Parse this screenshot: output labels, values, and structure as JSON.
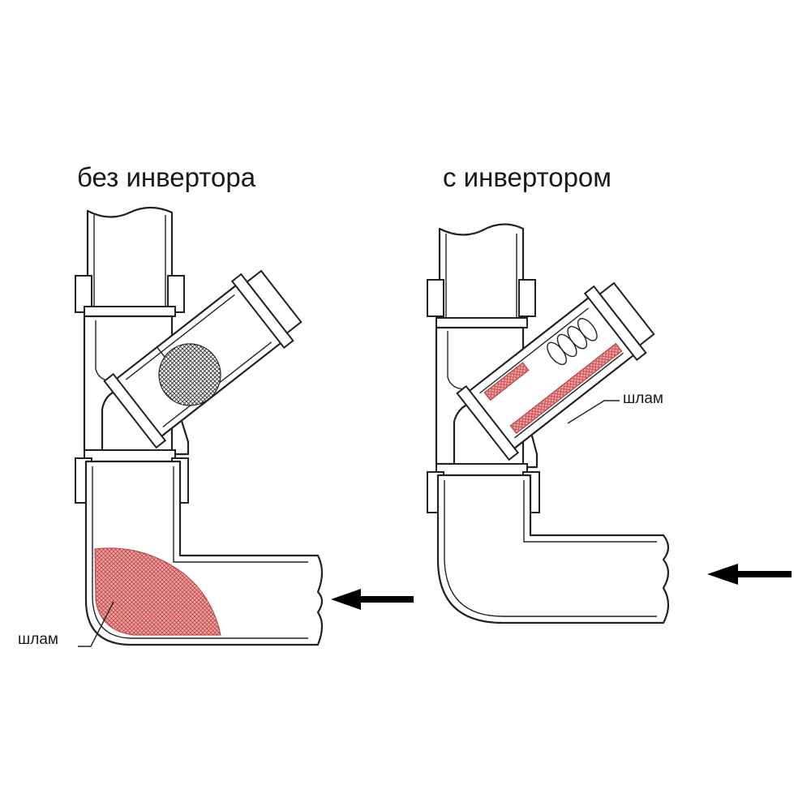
{
  "panels": {
    "left": {
      "title": "без инвертора",
      "sludge_label": "шлам"
    },
    "right": {
      "title": "с инвертором",
      "sludge_label": "шлам"
    }
  },
  "colors": {
    "sludge_fill": "#f08c8c",
    "sludge_mesh": "#b03a3a",
    "line": "#222222",
    "arrow": "#000000"
  },
  "icons": {
    "flow_arrow": "arrow-left-icon",
    "mesh": "strainer-mesh-icon"
  }
}
